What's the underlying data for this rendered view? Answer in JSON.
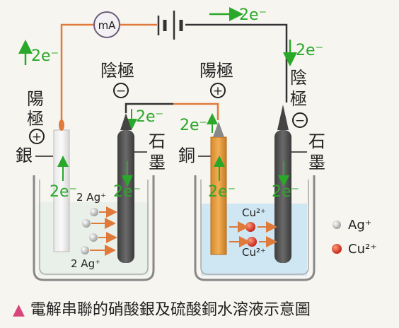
{
  "caption": {
    "marker": "▲",
    "text": "電解串聯的硝酸銀及硫酸銅水溶液示意圖"
  },
  "meter": {
    "label": "mA"
  },
  "electrons": {
    "top": "2e⁻",
    "left_wire": "2e⁻",
    "right_wire": "2e⁻",
    "middle_cathode": "2e⁻",
    "middle_anode": "2e⁻",
    "beaker1_left": "2e⁻",
    "beaker1_right": "2e⁻",
    "beaker2_left": "2e⁻",
    "beaker2_right": "2e⁻"
  },
  "labels": {
    "anode_left_1": "陽",
    "anode_left_2": "極",
    "plus_left": "+",
    "silver": "銀",
    "cathode_mid_1": "陰極",
    "minus_mid": "−",
    "graphite_mid_1": "石",
    "graphite_mid_2": "墨",
    "anode_mid_1": "陽極",
    "plus_mid": "+",
    "copper": "銅",
    "cathode_right_1": "陰",
    "cathode_right_2": "極",
    "minus_right": "−",
    "graphite_right_1": "石",
    "graphite_right_2": "墨"
  },
  "ions": {
    "ag_top": "2 Ag⁺",
    "ag_bottom": "2 Ag⁺",
    "cu_top": "Cu²⁺",
    "cu_bottom": "Cu²⁺"
  },
  "legend": {
    "ag": "Ag⁺",
    "cu": "Cu²⁺"
  },
  "colors": {
    "orange_wire": "#e07a3a",
    "dark_wire": "#333333",
    "green": "#2aa82a",
    "copper": "#e39a3a",
    "graphite": "#5a5a5a",
    "solution_right": "#cfe6f3",
    "caption_marker": "#d8457a"
  }
}
